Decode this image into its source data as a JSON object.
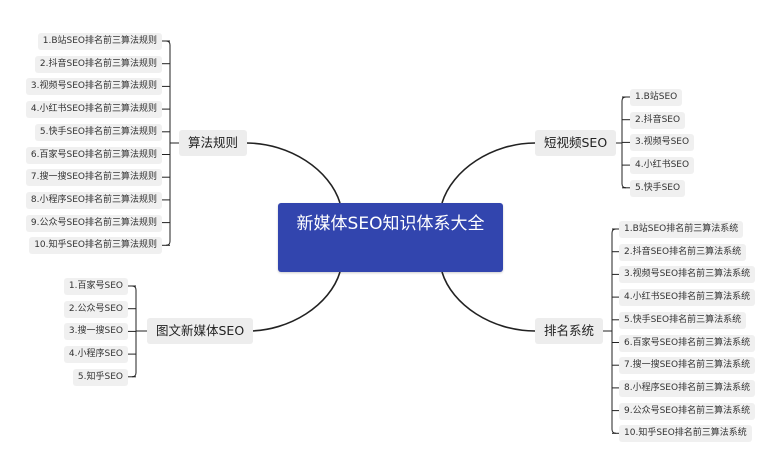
{
  "center": {
    "title": "新媒体SEO知识体系大全"
  },
  "branches": {
    "algorithm": {
      "label": "算法规则",
      "items": [
        "1.B站SEO排名前三算法规则",
        "2.抖音SEO排名前三算法规则",
        "3.视频号SEO排名前三算法规则",
        "4.小红书SEO排名前三算法规则",
        "5.快手SEO排名前三算法规则",
        "6.百家号SEO排名前三算法规则",
        "7.搜一搜SEO排名前三算法规则",
        "8.小程序SEO排名前三算法规则",
        "9.公众号SEO排名前三算法规则",
        "10.知乎SEO排名前三算法规则"
      ]
    },
    "article": {
      "label": "图文新媒体SEO",
      "items": [
        "1.百家号SEO",
        "2.公众号SEO",
        "3.搜一搜SEO",
        "4.小程序SEO",
        "5.知乎SEO"
      ]
    },
    "short_video": {
      "label": "短视频SEO",
      "items": [
        "1.B站SEO",
        "2.抖音SEO",
        "3.视频号SEO",
        "4.小红书SEO",
        "5.快手SEO"
      ]
    },
    "ranking": {
      "label": "排名系统",
      "items": [
        "1.B站SEO排名前三算法系统",
        "2.抖音SEO排名前三算法系统",
        "3.视频号SEO排名前三算法系统",
        "4.小红书SEO排名前三算法系统",
        "5.快手SEO排名前三算法系统",
        "6.百家号SEO排名前三算法系统",
        "7.搜一搜SEO排名前三算法系统",
        "8.小程序SEO排名前三算法系统",
        "9.公众号SEO排名前三算法系统",
        "10.知乎SEO排名前三算法系统"
      ]
    }
  },
  "colors": {
    "center": "#3245ae",
    "line": "#222222",
    "node_bg": "#ededed"
  }
}
